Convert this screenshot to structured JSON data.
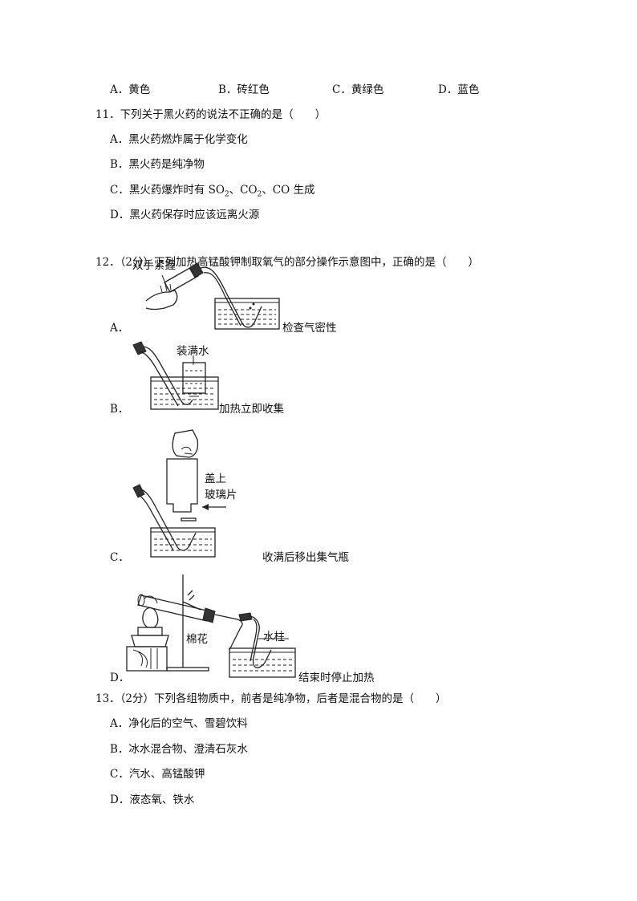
{
  "q10": {
    "opt_a": "A．黄色",
    "opt_b": "B．砖红色",
    "opt_c": "C．黄绿色",
    "opt_d": "D．蓝色"
  },
  "q11": {
    "stem": "11．下列关于黑火药的说法不正确的是（　　）",
    "opt_a": "A．黑火药燃炸属于化学变化",
    "opt_b": "B．黑火药是纯净物",
    "opt_c_pre": "C．黑火药爆炸时有 SO",
    "opt_c_sub1": "2",
    "opt_c_mid": "、CO",
    "opt_c_sub2": "2",
    "opt_c_post": "、CO 生成",
    "opt_d": "D．黑火药保存时应该远离火源"
  },
  "q12": {
    "stem": "12．（2分）下列加热高锰酸钾制取氧气的部分操作示意图中，正确的是（　　）",
    "a": {
      "letter": "A．",
      "label_top": "双手紧握",
      "label_caption": "检查气密性"
    },
    "b": {
      "letter": "B．",
      "label_top": "装满水",
      "label_caption": "加热立即收集"
    },
    "c": {
      "letter": "C．",
      "label_line1": "盖上",
      "label_line2": "玻璃片",
      "label_caption": "收满后移出集气瓶"
    },
    "d": {
      "letter": "D．",
      "label_cotton": "棉花",
      "label_water": "水柱",
      "label_caption": "结束时停止加热"
    }
  },
  "q13": {
    "stem": "13．（2分）下列各组物质中，前者是纯净物，后者是混合物的是（　　）",
    "opt_a": "A．净化后的空气、雪碧饮料",
    "opt_b": "B．冰水混合物、澄清石灰水",
    "opt_c": "C．汽水、高锰酸钾",
    "opt_d": "D．液态氧、铁水"
  }
}
